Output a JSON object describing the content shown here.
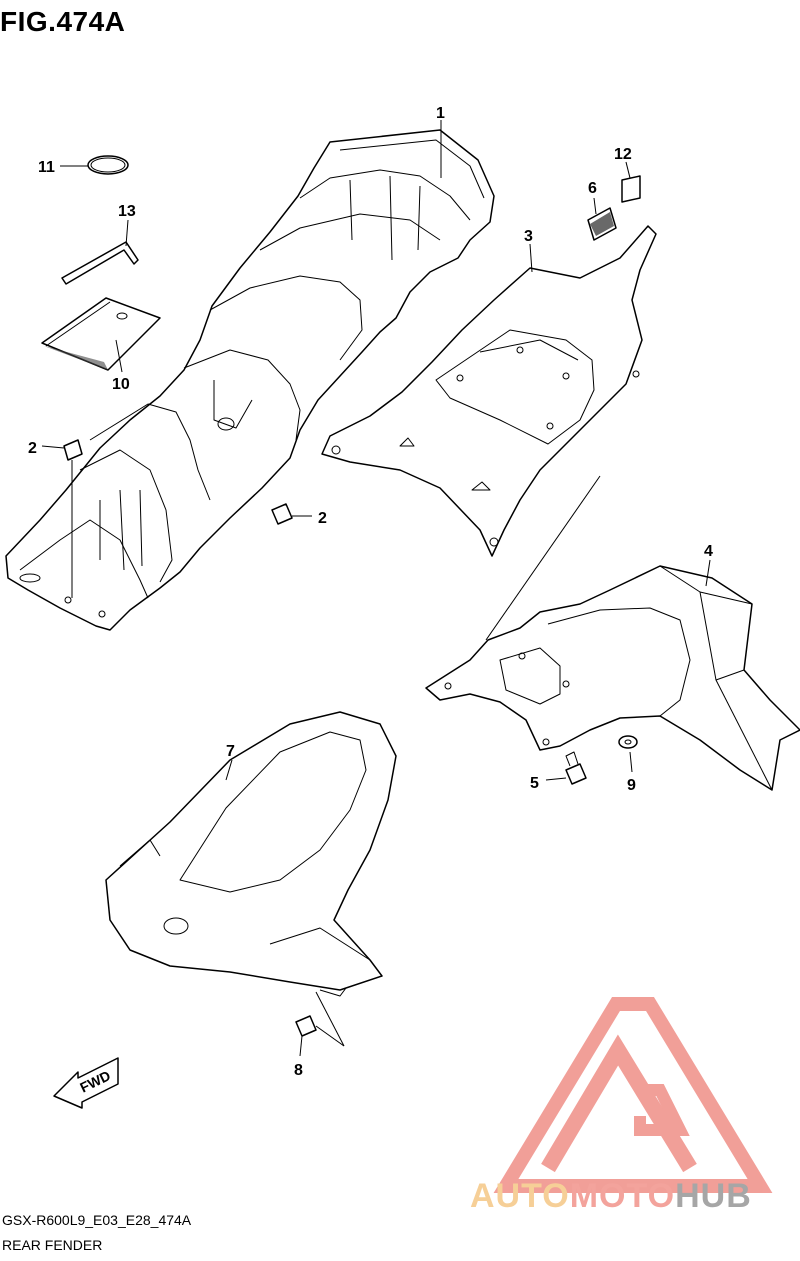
{
  "figure": {
    "title": "FIG.474A",
    "code": "GSX-R600L9_E03_E28_474A",
    "name": "REAR FENDER",
    "direction_label": "FWD"
  },
  "callouts": {
    "c1": "1",
    "c2a": "2",
    "c2b": "2",
    "c3": "3",
    "c4": "4",
    "c5": "5",
    "c6": "6",
    "c7": "7",
    "c8": "8",
    "c9": "9",
    "c10": "10",
    "c11": "11",
    "c12": "12",
    "c13": "13"
  },
  "watermark": {
    "part_a": "AUTO",
    "part_b": "MOTO",
    "part_c": "HUB",
    "logo_color": "#f19a93",
    "color_a": "#f6cf97",
    "color_b": "#f3a39c",
    "color_c": "#a6a6a6"
  }
}
